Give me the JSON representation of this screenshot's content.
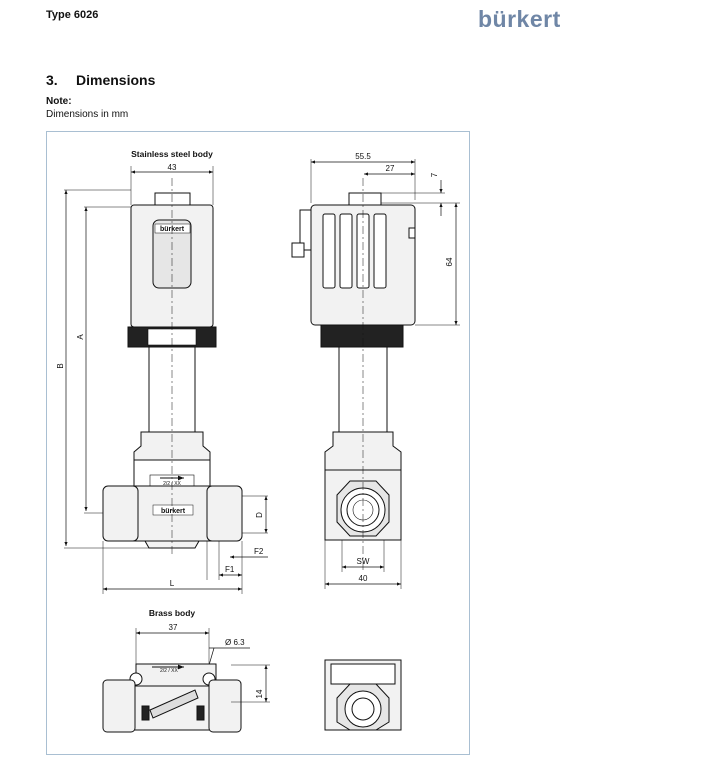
{
  "header": {
    "type_label": "Type 6026",
    "brand": "bürkert"
  },
  "section": {
    "number": "3.",
    "title": "Dimensions",
    "note_label": "Note:",
    "note_text": "Dimensions in mm"
  },
  "drawing": {
    "stainless_title": "Stainless steel body",
    "brass_title": "Brass body",
    "dim_43": "43",
    "dim_55_5": "55.5",
    "dim_27": "27",
    "dim_7": "7",
    "dim_64": "64",
    "dim_A": "A",
    "dim_B": "B",
    "dim_D": "D",
    "dim_F1": "F1",
    "dim_F2": "F2",
    "dim_L": "L",
    "dim_SW": "SW",
    "dim_40": "40",
    "dim_37": "37",
    "dim_d63": "Ø 6.3",
    "dim_14": "14",
    "coil_brand": "bürkert",
    "body_brand": "bürkert",
    "arrow_mark": "2/2 / XX",
    "brass_arrow_mark": "2/2 / XX"
  },
  "colors": {
    "logo": "#6f86a6",
    "frame_border": "#a9bfd2"
  }
}
